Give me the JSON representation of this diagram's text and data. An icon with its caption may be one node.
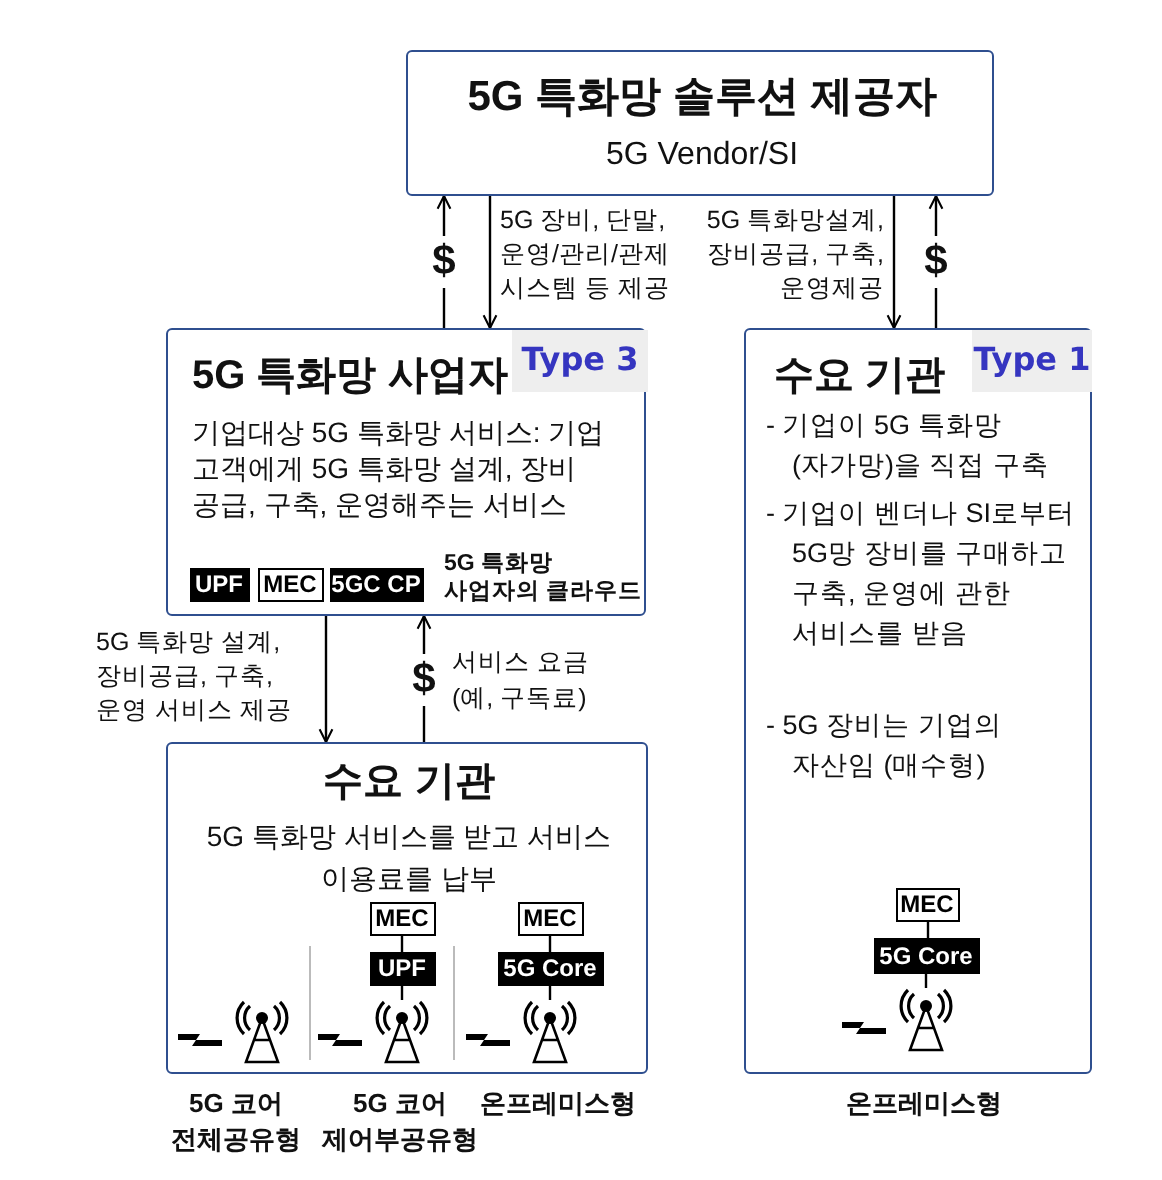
{
  "diagram": {
    "nodes": [
      {
        "text": [
          "5G 특화망 솔루션 제공자",
          "5G Vendor/SI"
        ]
      },
      {
        "text": [
          "5G 특화망 사업자",
          "Type 3",
          "기업대상 5G 특화망 서비스: 기업 고객에게 5G 특화망 설계, 장비 공급, 구축, 운영해주는 서비스",
          "5G 특화망 사업자의 클라우드"
        ]
      },
      {
        "text": [
          "UPF"
        ],
        "in": 1
      },
      {
        "text": [
          "MEC"
        ],
        "in": 1
      },
      {
        "text": [
          "5GC CP"
        ],
        "in": 1
      },
      {
        "text": [
          "수요 기관",
          "Type 1",
          "- 기업이 5G 특화망 (자가망)을 직접 구축",
          "- 기업이 벤더나 SI로부터 5G망 장비를 구매하고 구축, 운영에 관한 서비스를 받음",
          "- 5G 장비는 기업의 자산임 (매수형)"
        ]
      },
      {
        "text": [
          "MEC"
        ],
        "in": 5
      },
      {
        "text": [
          "5G Core"
        ],
        "in": 5
      },
      {
        "text": [],
        "shape": "picture",
        "in": 5
      },
      {
        "text": [
          "수요 기관",
          "5G 특화망 서비스를 받고 서비스 이용료를 납부"
        ]
      },
      {
        "text": [],
        "shape": "picture",
        "in": 9
      },
      {
        "text": [
          "MEC"
        ],
        "in": 9
      },
      {
        "text": [
          "UPF"
        ],
        "in": 9
      },
      {
        "text": [],
        "shape": "picture",
        "in": 9
      },
      {
        "text": [
          "MEC"
        ],
        "in": 9
      },
      {
        "text": [
          "5G Core"
        ],
        "in": 9
      },
      {
        "text": [],
        "shape": "picture",
        "in": 9
      }
    ],
    "edges": [
      {
        "from": 1,
        "to": 0,
        "arrow": "to",
        "label": "$"
      },
      {
        "from": 0,
        "to": 1,
        "arrow": "to",
        "label": "5G 장비, 단말, 운영/관리/관제 시스템 등 제공"
      },
      {
        "from": 0,
        "to": 5,
        "arrow": "to",
        "label": "5G 특화망설계, 장비공급, 구축, 운영제공"
      },
      {
        "from": 5,
        "to": 0,
        "arrow": "to",
        "label": "$"
      },
      {
        "from": 1,
        "to": 9,
        "arrow": "to",
        "label": "5G 특화망 설계, 장비공급, 구축, 운영 서비스 제공"
      },
      {
        "from": 9,
        "to": 1,
        "arrow": "to",
        "label": "$"
      },
      {
        "from": 11,
        "to": 12,
        "arrow": "none"
      },
      {
        "from": 12,
        "to": 13,
        "arrow": "none"
      },
      {
        "from": 14,
        "to": 15,
        "arrow": "none"
      },
      {
        "from": 15,
        "to": 16,
        "arrow": "none"
      },
      {
        "from": 6,
        "to": 7,
        "arrow": "none"
      },
      {
        "from": 7,
        "to": 8,
        "arrow": "none"
      }
    ],
    "labels": [
      "서비스 요금 (예, 구독료)",
      "5G 코어 전체공유형",
      "5G 코어 제어부공유형",
      "온프레미스형",
      "온프레미스형"
    ]
  }
}
